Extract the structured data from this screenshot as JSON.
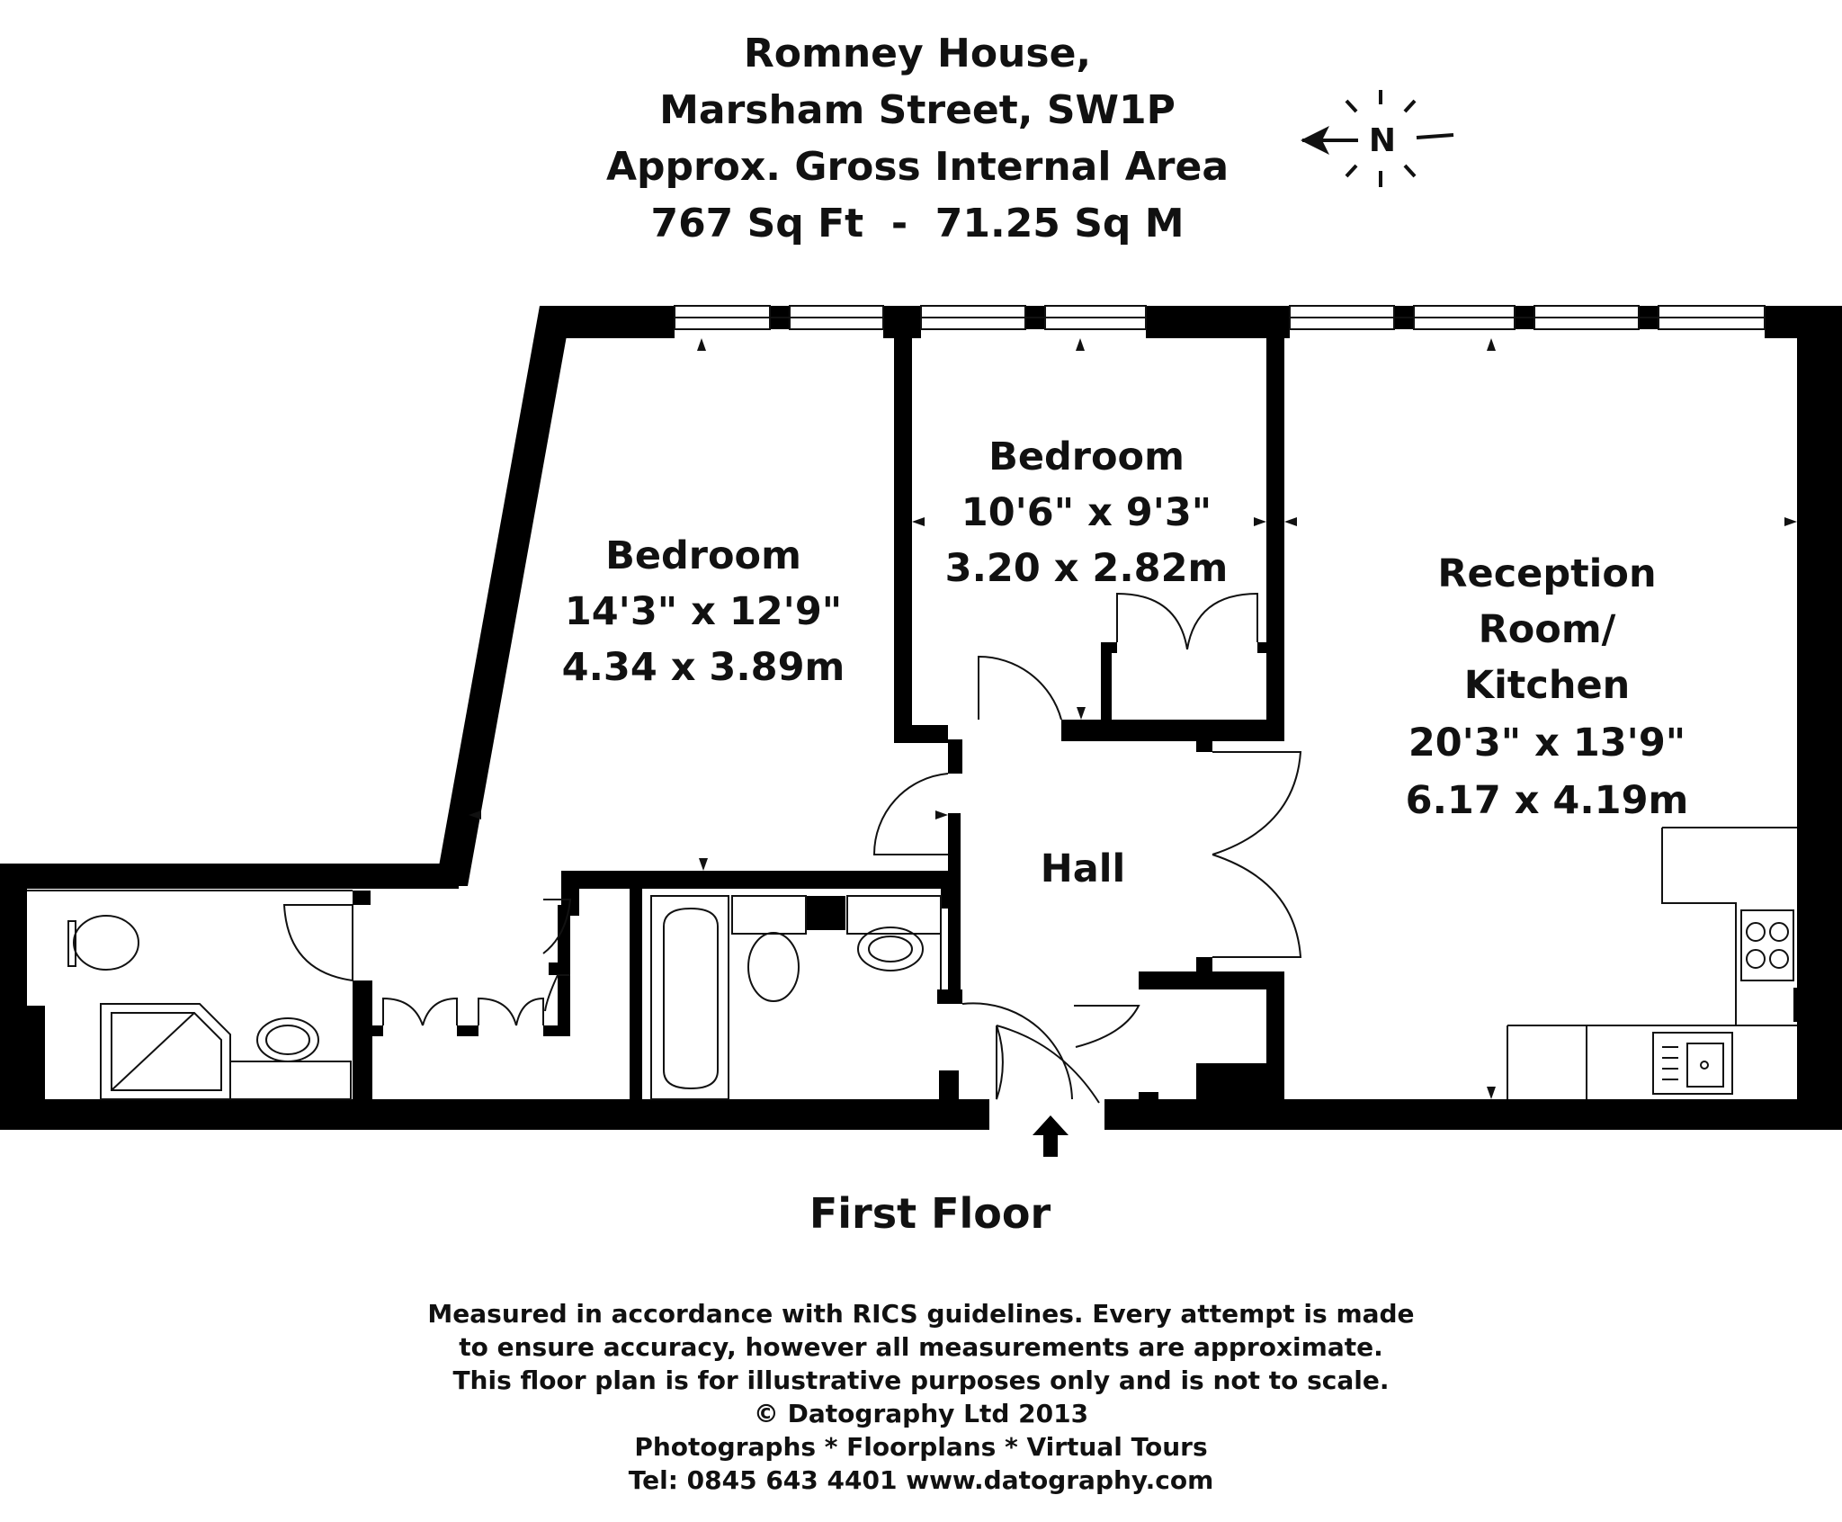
{
  "header": {
    "line1": "Romney House,",
    "line2": "Marsham Street, SW1P",
    "line3": "Approx. Gross Internal Area",
    "line4": "767 Sq Ft  -  71.25 Sq M"
  },
  "compass": {
    "letter": "N"
  },
  "rooms": {
    "bedroom_1": {
      "name": "Bedroom",
      "imperial": "14'3\" x 12'9\"",
      "metric": "4.34 x 3.89m"
    },
    "bedroom_2": {
      "name": "Bedroom",
      "imperial": "10'6\" x 9'3\"",
      "metric": "3.20 x 2.82m"
    },
    "reception": {
      "name_line1": "Reception",
      "name_line2": "Room/",
      "name_line3": "Kitchen",
      "imperial": "20'3\" x 13'9\"",
      "metric": "6.17 x 4.19m"
    },
    "hall": {
      "name": "Hall"
    }
  },
  "floor_label": "First Floor",
  "disclaimer": {
    "line1": "Measured in accordance with RICS guidelines. Every attempt is made",
    "line2": "to ensure accuracy, however all measurements are approximate.",
    "line3": "This floor plan is for illustrative purposes only and is not to scale.",
    "line4": "© Datography Ltd 2013",
    "line5": "Photographs * Floorplans * Virtual Tours",
    "line6": "Tel: 0845 643 4401 www.datography.com"
  },
  "colors": {
    "wall": "#000000",
    "line": "#111111",
    "background": "#ffffff"
  }
}
